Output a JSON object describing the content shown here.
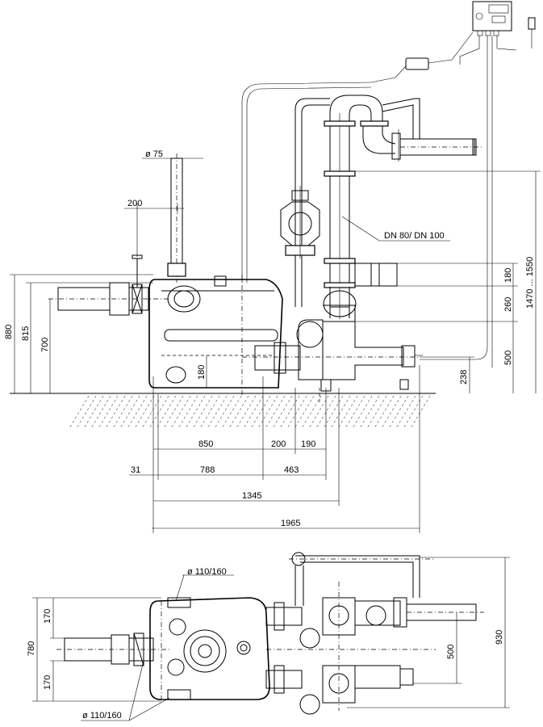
{
  "side_view": {
    "labels": {
      "inlet_diameter": "ø 75",
      "dim_200_top": "200",
      "pipe_label": "DN 80/ DN 100",
      "h_880": "880",
      "h_815": "815",
      "h_700": "700",
      "h_180_left": "180",
      "h_1470_1550": "1470 ... 1550",
      "h_180_right": "180",
      "h_260": "260",
      "h_500": "500",
      "h_238": "238",
      "w_850": "850",
      "w_200": "200",
      "w_190": "190",
      "w_31": "31",
      "w_788": "788",
      "w_463": "463",
      "w_1345": "1345",
      "w_1965": "1965"
    }
  },
  "top_view": {
    "labels": {
      "port_top": "ø 110/160",
      "port_bottom": "ø 110/160",
      "h_170_top": "170",
      "h_780": "780",
      "h_170_bottom": "170",
      "h_500": "500",
      "h_930": "930"
    }
  }
}
